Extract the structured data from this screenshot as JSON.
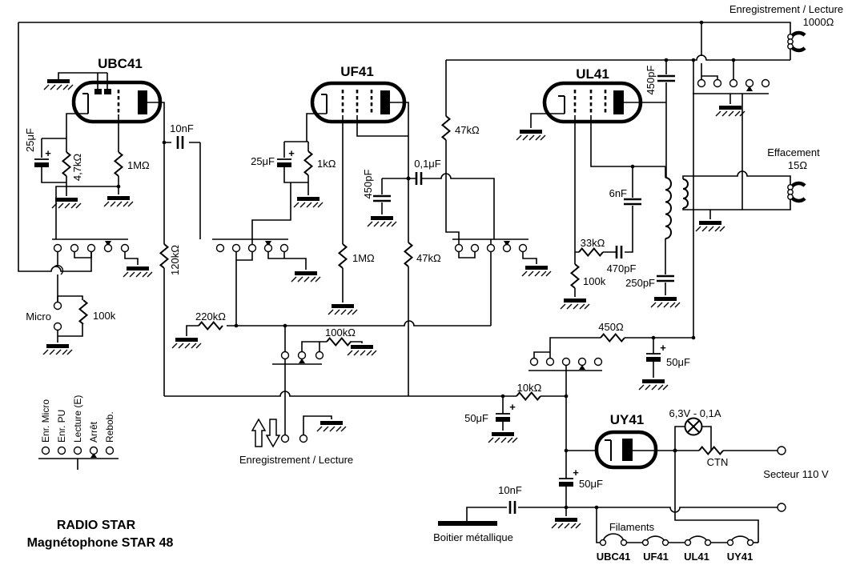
{
  "title": {
    "brand": "RADIO STAR",
    "model": "Magnétophone STAR 48"
  },
  "tubes": {
    "ubc41": "UBC41",
    "uf41": "UF41",
    "ul41": "UL41",
    "uy41": "UY41"
  },
  "heads": {
    "record": {
      "name": "Enregistrement / Lecture",
      "impedance": "1000Ω"
    },
    "erase": {
      "name": "Effacement",
      "impedance": "15Ω"
    }
  },
  "components": {
    "c25uf_1": "25μF",
    "r4k7": "4,7kΩ",
    "r1m_1": "1MΩ",
    "c10nf_1": "10nF",
    "r120k": "120kΩ",
    "c25uf_2": "25μF",
    "r1k": "1kΩ",
    "c450pf_1": "450pF",
    "c01uf": "0,1μF",
    "r47k_1": "47kΩ",
    "r47k_2": "47kΩ",
    "r1m_2": "1MΩ",
    "r100k_micro": "100k",
    "r220k": "220kΩ",
    "r100k_fb": "100kΩ",
    "c450pf_2": "450pF",
    "c6nf": "6nF",
    "r33k": "33kΩ",
    "c470pf": "470pF",
    "c250pf": "250pF",
    "r100k_osc": "100k",
    "r450": "450Ω",
    "c50uf_1": "50μF",
    "r10k": "10kΩ",
    "c50uf_2": "50μF",
    "c50uf_3": "50μF",
    "c10nf_2": "10nF",
    "lamp": "6,3V - 0,1A",
    "ctn": "CTN"
  },
  "switch_positions": [
    "Enr. Micro",
    "Enr. PU",
    "Lecture (E)",
    "Arrêt",
    "Rebob."
  ],
  "annotations": {
    "micro": "Micro",
    "rec_play": "Enregistrement / Lecture",
    "chassis": "Boitier métallique",
    "mains": "Secteur 110 V",
    "filaments": "Filaments",
    "plus": "+"
  },
  "filament_order": [
    "UBC41",
    "UF41",
    "UL41",
    "UY41"
  ]
}
